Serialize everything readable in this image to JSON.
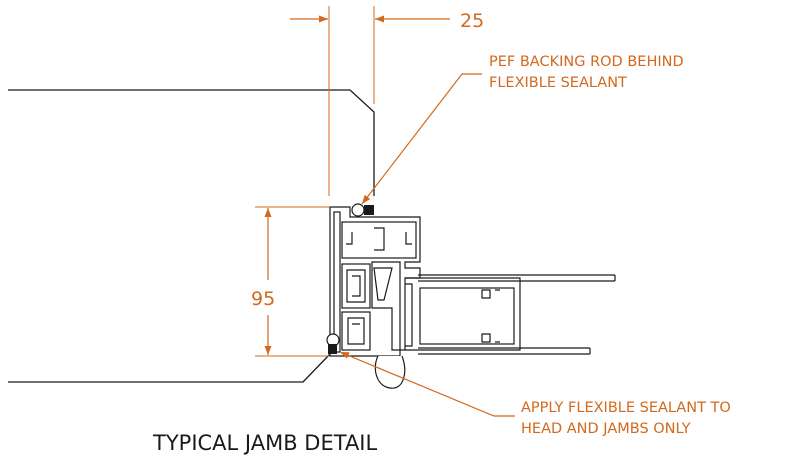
{
  "colors": {
    "line": "#1a1a1a",
    "annotation": "#d2691e",
    "background": "#ffffff"
  },
  "dimensions": {
    "top_width": "25",
    "left_height": "95"
  },
  "notes": {
    "backing_rod": [
      "PEF BACKING ROD BEHIND",
      "FLEXIBLE SEALANT"
    ],
    "sealant": [
      "APPLY FLEXIBLE SEALANT TO",
      "HEAD AND JAMBS ONLY"
    ]
  },
  "title": "TYPICAL JAMB DETAIL"
}
